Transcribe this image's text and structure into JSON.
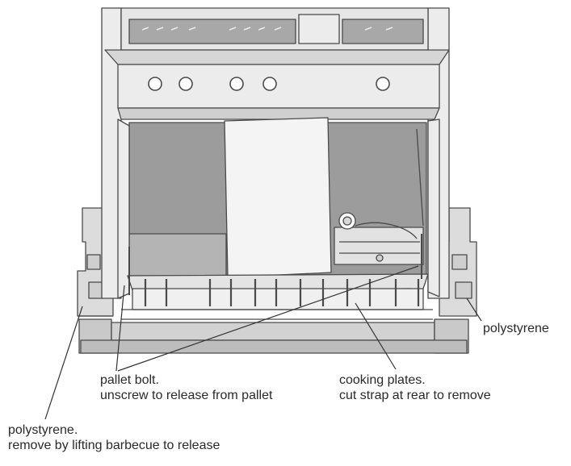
{
  "labels": {
    "polystyrene_right": "polystyrene",
    "pallet_bolt": {
      "line1": "pallet bolt.",
      "line2": "unscrew to release from pallet"
    },
    "cooking_plates": {
      "line1": "cooking plates.",
      "line2": "cut strap at rear to remove"
    },
    "polystyrene_left": {
      "line1": "polystyrene.",
      "line2": "remove by lifting barbecue to release"
    }
  },
  "colors": {
    "outline": "#4a4a4a",
    "body_light": "#ececec",
    "panel_mid": "#d6d6d6",
    "cavity_dark": "#9c9c9c",
    "foam": "#dcdcdc",
    "pallet": "#c9c9c9",
    "leader": "#333333"
  }
}
